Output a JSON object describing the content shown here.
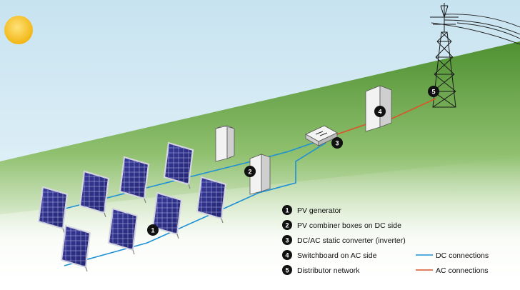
{
  "legend": {
    "items": [
      {
        "number": "1",
        "label": "PV generator"
      },
      {
        "number": "2",
        "label": "PV combiner boxes on DC side"
      },
      {
        "number": "3",
        "label": "DC/AC static converter (inverter)"
      },
      {
        "number": "4",
        "label": "Switchboard on AC side"
      },
      {
        "number": "5",
        "label": "Distributor network"
      }
    ],
    "connections": [
      {
        "label": "DC connections",
        "color": "#1e90d6"
      },
      {
        "label": "AC connections",
        "color": "#d9542a"
      }
    ]
  },
  "badges": {
    "pv_generator": "1",
    "combiner_box": "2",
    "inverter": "3",
    "switchboard": "4",
    "distributor": "5"
  },
  "colors": {
    "sky": "#dbeef6",
    "ground": "#5c9b3d",
    "dc_line": "#1e90d6",
    "ac_line": "#d9542a",
    "panel": "#2e2f8a",
    "sun": "#f4c21d"
  },
  "icons": [
    "sun-icon",
    "solar-panel-icon",
    "combiner-box-icon",
    "inverter-icon",
    "switchboard-icon",
    "transmission-tower-icon"
  ]
}
